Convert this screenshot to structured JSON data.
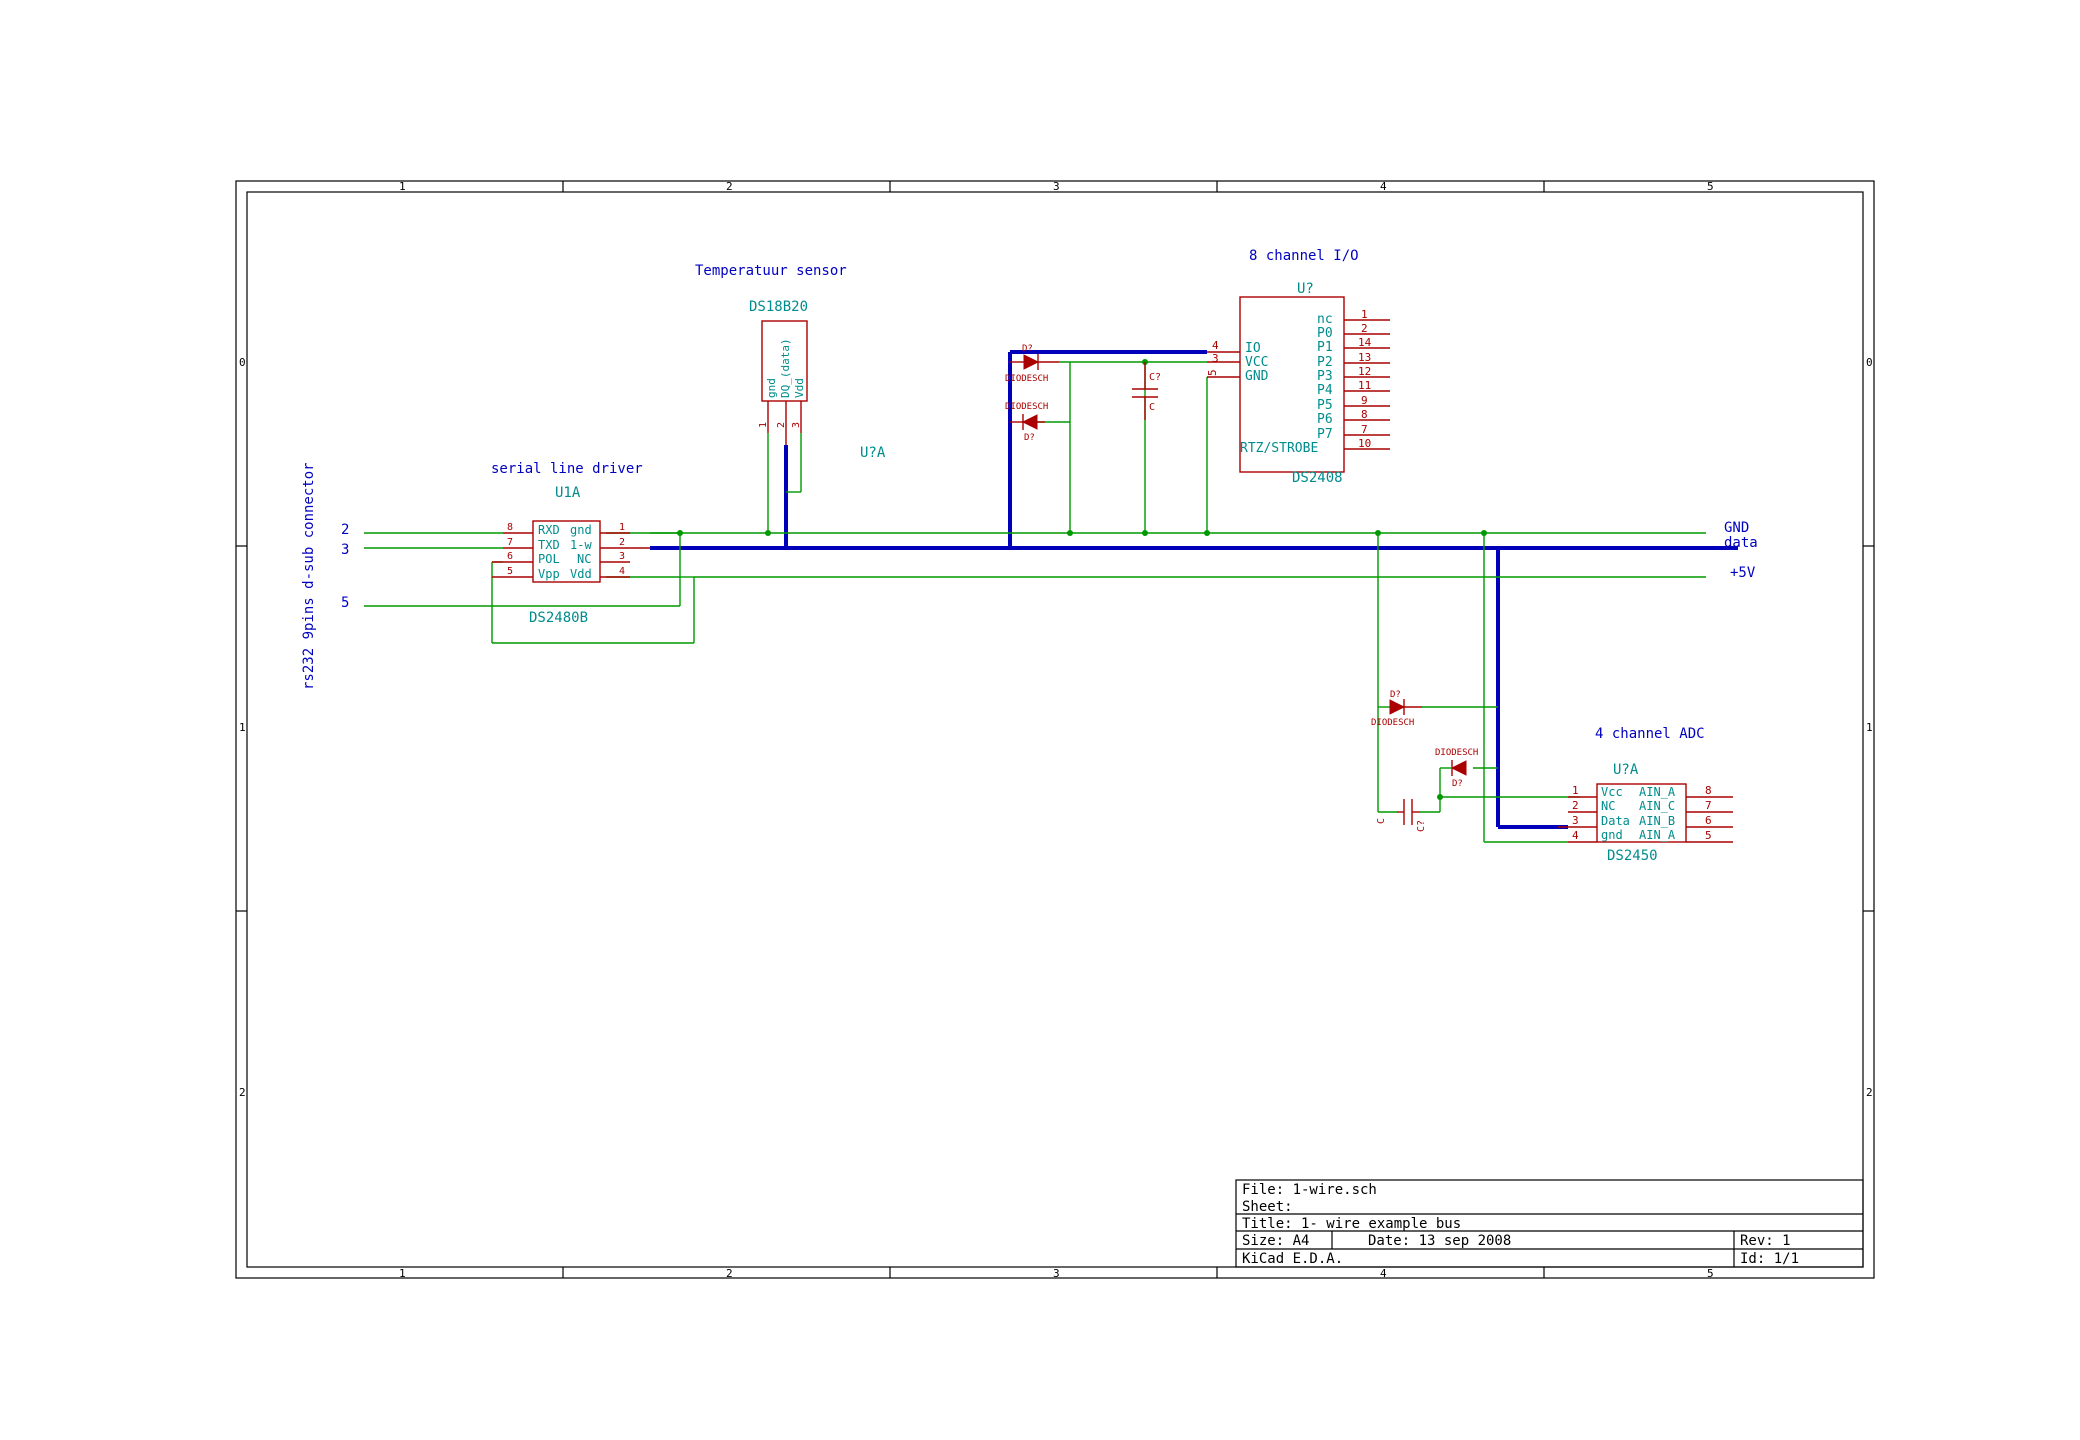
{
  "frame": {
    "col_labels": [
      "1",
      "2",
      "3",
      "4",
      "5"
    ],
    "row_labels": [
      "0",
      "1",
      "2"
    ]
  },
  "labels": {
    "temp_sensor": "Temperatuur sensor",
    "io_title": "8 channel I/O",
    "serial_title": "serial line driver",
    "adc_title": "4 channel ADC",
    "connector_title": "rs232 9pins d-sub  connector",
    "u7a_mid": "U?A"
  },
  "connector_pins": [
    "2",
    "3",
    "5"
  ],
  "nets": {
    "gnd": "GND",
    "data": "data",
    "vcc": "+5V"
  },
  "ds18b20": {
    "ref": "DS18B20",
    "pins": [
      "gnd",
      "DQ_(data)",
      "Vdd"
    ],
    "pin_nums": [
      "1",
      "2",
      "3"
    ]
  },
  "ds2480": {
    "ref": "U1A",
    "value": "DS2480B",
    "left_pins": [
      "RXD",
      "TXD",
      "POL",
      "Vpp"
    ],
    "left_nums": [
      "8",
      "7",
      "6",
      "5"
    ],
    "right_pins": [
      "gnd",
      "1-w",
      "NC",
      "Vdd"
    ],
    "right_nums": [
      "1",
      "2",
      "3",
      "4"
    ]
  },
  "ds2408": {
    "ref": "U?",
    "value": "DS2408",
    "left_pins": [
      "IO",
      "VCC",
      "GND"
    ],
    "left_nums": [
      "4",
      "3",
      "5"
    ],
    "right_pins": [
      "nc",
      "P0",
      "P1",
      "P2",
      "P3",
      "P4",
      "P5",
      "P6",
      "P7",
      "RTZ/STROBE"
    ],
    "right_nums": [
      "1",
      "2",
      "14",
      "13",
      "12",
      "11",
      "9",
      "8",
      "7",
      "10"
    ]
  },
  "ds2450": {
    "ref": "U?A",
    "value": "DS2450",
    "left_pins": [
      "Vcc",
      "NC",
      "Data",
      "gnd"
    ],
    "left_nums": [
      "1",
      "2",
      "3",
      "4"
    ],
    "right_pins": [
      "AIN_A",
      "AIN_C",
      "AIN_B",
      "AIN_A"
    ],
    "right_nums": [
      "8",
      "7",
      "6",
      "5"
    ]
  },
  "diodes": {
    "ref": "D?",
    "value": "DIODESCH"
  },
  "caps": {
    "ref": "C?",
    "value": "C"
  },
  "title_block": {
    "file": "File: 1-wire.sch",
    "sheet": "Sheet:",
    "title": "Title: 1- wire example bus",
    "size": "Size: A4",
    "date": "Date: 13 sep 2008",
    "rev": "Rev: 1",
    "tool": "KiCad E.D.A.",
    "id": "Id: 1/1"
  }
}
